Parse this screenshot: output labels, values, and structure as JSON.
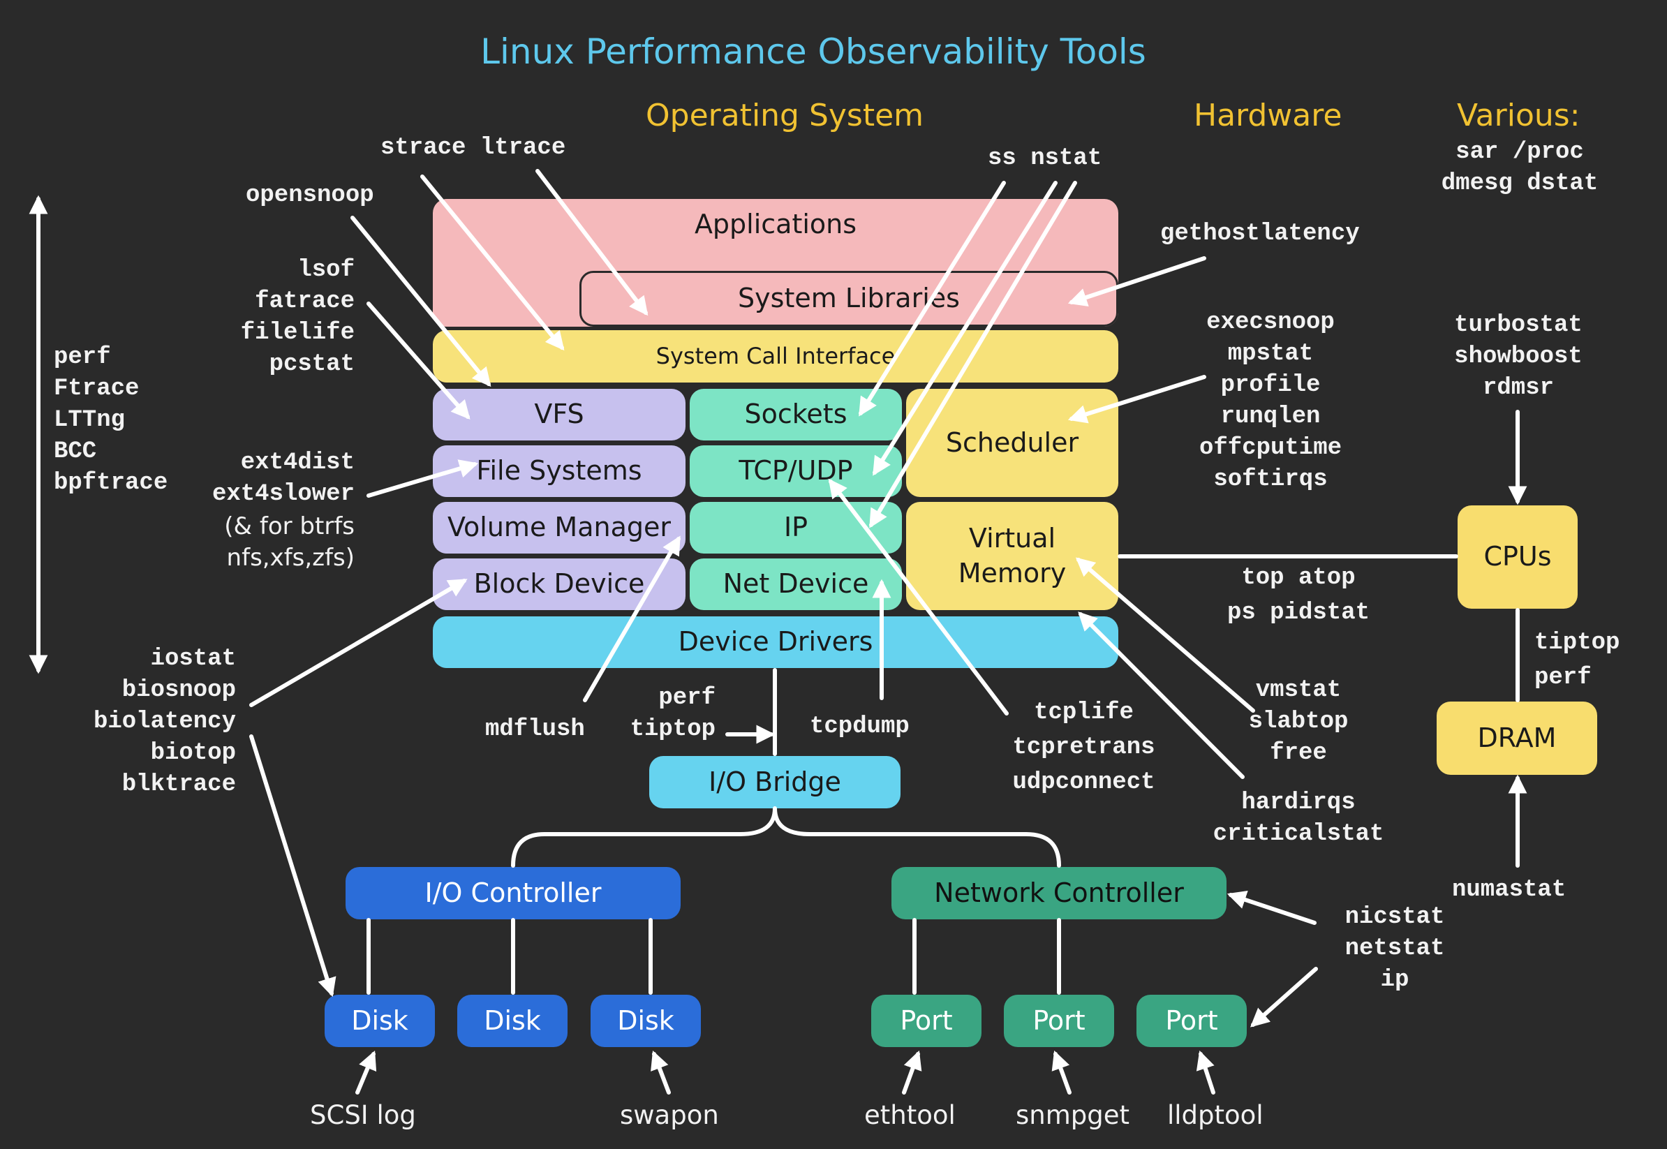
{
  "title": "Linux Performance Observability Tools",
  "headings": {
    "operating_system": "Operating System",
    "hardware": "Hardware",
    "various": "Various:"
  },
  "stack": {
    "applications": "Applications",
    "system_libraries": "System Libraries",
    "system_call_interface": "System Call Interface",
    "vfs": "VFS",
    "file_systems": "File Systems",
    "volume_manager": "Volume Manager",
    "block_device": "Block Device",
    "sockets": "Sockets",
    "tcp_udp": "TCP/UDP",
    "ip": "IP",
    "net_device": "Net Device",
    "scheduler": "Scheduler",
    "virtual_memory": "Virtual\nMemory",
    "device_drivers": "Device Drivers"
  },
  "io": {
    "io_bridge": "I/O Bridge",
    "io_controller": "I/O Controller",
    "network_controller": "Network Controller",
    "disk_1": "Disk",
    "disk_2": "Disk",
    "disk_3": "Disk",
    "port_1": "Port",
    "port_2": "Port",
    "port_3": "Port"
  },
  "hardware": {
    "cpus": "CPUs",
    "dram": "DRAM"
  },
  "tools": {
    "various": "sar /proc\ndmesg dstat",
    "tracers": "perf\nFtrace\nLTTng\nBCC\nbpftrace",
    "strace_ltrace": "strace ltrace",
    "opensnoop": "opensnoop",
    "lsof_group": "lsof\nfatrace\nfilelife\npcstat",
    "ext4_group": "ext4dist\next4slower",
    "ext4_note": "(& for btrfs\nnfs,xfs,zfs)",
    "iostat_group": "iostat\nbiosnoop\nbiolatency\nbiotop\nblktrace",
    "mdflush": "mdflush",
    "perf_tiptop": "perf\ntiptop",
    "tcpdump": "tcpdump",
    "ss_nstat": "ss nstat",
    "gethostlatency": "gethostlatency",
    "sched_group": "execsnoop\nmpstat\nprofile\nrunqlen\noffcputime\nsoftirqs",
    "top_group": "top atop\nps pidstat",
    "tcp_group": "tcplife\ntcpretrans\nudpconnect",
    "vm_group": "vmstat\nslabtop\nfree",
    "irq_group": "hardirqs\ncriticalstat",
    "cpu_tools": "turbostat\nshowboost\nrdmsr",
    "tiptop_perf": "tiptop\nperf",
    "numastat": "numastat",
    "net_tools": "nicstat\nnetstat\nip",
    "scsi_log": "SCSI log",
    "swapon": "swapon",
    "ethtool": "ethtool",
    "snmpget": "snmpget",
    "lldptool": "lldptool"
  }
}
